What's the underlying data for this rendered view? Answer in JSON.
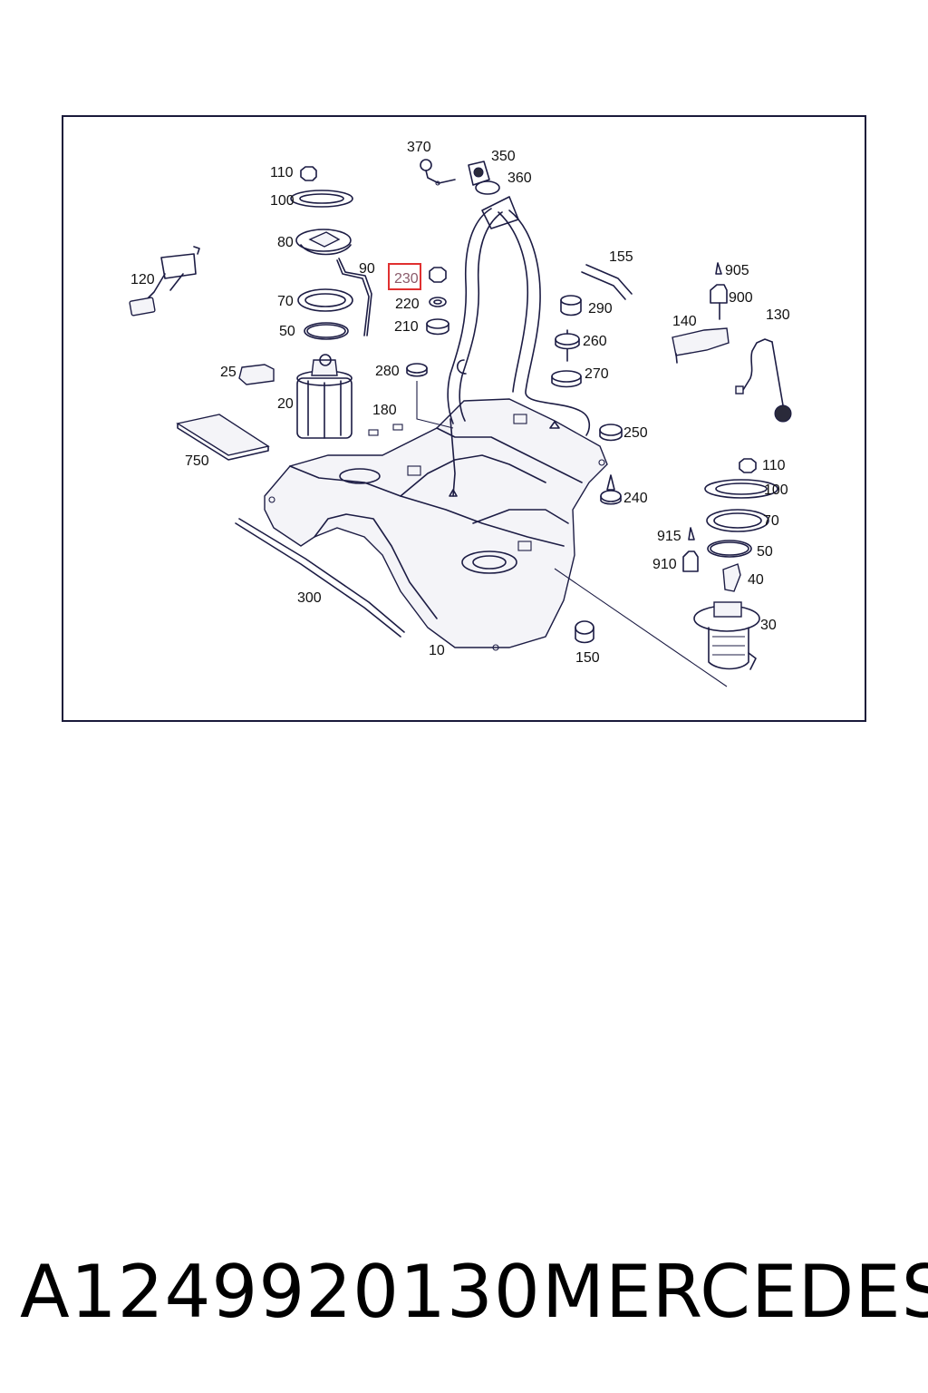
{
  "diagram": {
    "highlight_color": "#e03030",
    "highlighted_callout": "230",
    "callouts": {
      "c370": "370",
      "c350": "350",
      "c360": "360",
      "c110a": "110",
      "c100a": "100",
      "c80": "80",
      "c90": "90",
      "c120": "120",
      "c70a": "70",
      "c50a": "50",
      "c230": "230",
      "c220": "220",
      "c210": "210",
      "c155": "155",
      "c290": "290",
      "c260": "260",
      "c270": "270",
      "c905": "905",
      "c900": "900",
      "c140": "140",
      "c130": "130",
      "c25": "25",
      "c20": "20",
      "c280": "280",
      "c180": "180",
      "c750": "750",
      "c250": "250",
      "c110b": "110",
      "c100b": "100",
      "c240": "240",
      "c70b": "70",
      "c915": "915",
      "c50b": "50",
      "c910": "910",
      "c40": "40",
      "c30": "30",
      "c300": "300",
      "c10": "10",
      "c150": "150"
    }
  },
  "caption": {
    "part_number": "A1249920130",
    "brand": "MERCEDES"
  }
}
